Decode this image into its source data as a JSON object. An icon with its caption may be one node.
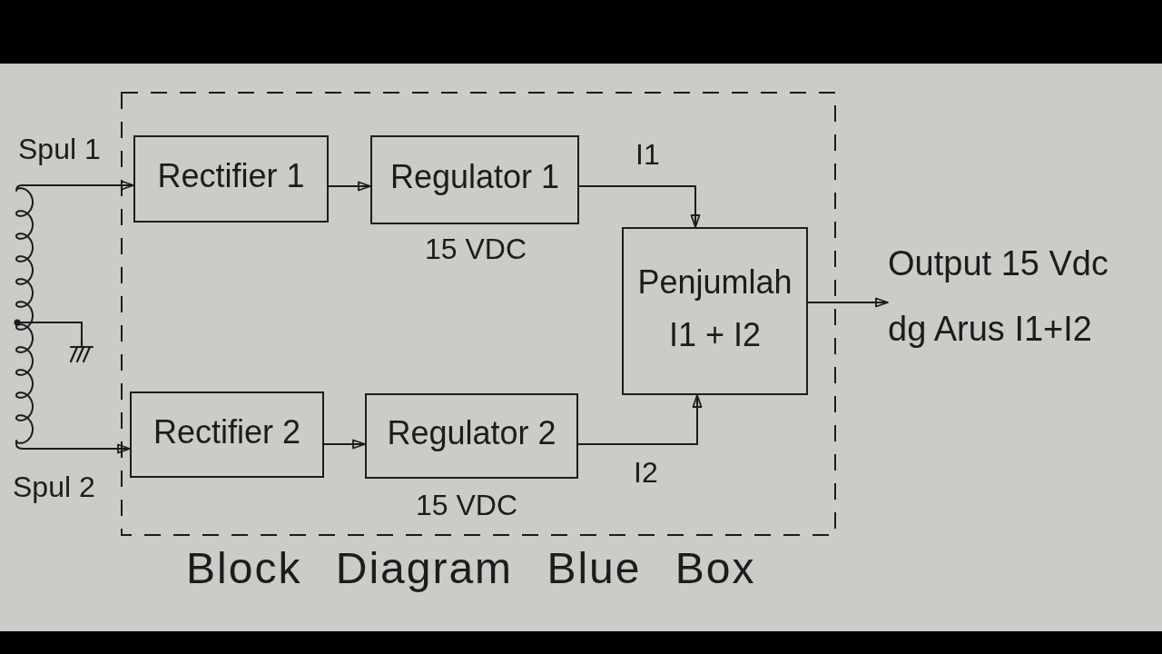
{
  "diagram": {
    "caption": "Block Diagram Blue Box",
    "nodes": [
      {
        "text": [],
        "shape": "box"
      },
      {
        "text": [],
        "shape": "coil",
        "beside": [
          "Spul 1",
          "Spul 2"
        ]
      },
      {
        "text": [],
        "shape": "ground"
      },
      {
        "text": [
          "Rectifier 1"
        ],
        "in": 0
      },
      {
        "text": [
          "Regulator 1"
        ],
        "in": 0,
        "beside": [
          "15 VDC"
        ]
      },
      {
        "text": [
          "Penjumlah",
          "I1 + I2"
        ],
        "in": 0
      },
      {
        "text": [
          "Rectifier 2"
        ],
        "in": 0
      },
      {
        "text": [
          "Regulator 2"
        ],
        "in": 0,
        "beside": [
          "15 VDC"
        ]
      },
      {
        "text": [
          "Output 15 Vdc dg Arus I1+I2"
        ]
      }
    ],
    "edges": [
      {
        "from": 1,
        "to": 3,
        "arrow": "to"
      },
      {
        "from": 1,
        "to": 6,
        "arrow": "to"
      },
      {
        "from": 1,
        "to": 2,
        "arrow": "none"
      },
      {
        "from": 3,
        "to": 4,
        "arrow": "to"
      },
      {
        "from": 6,
        "to": 7,
        "arrow": "to"
      },
      {
        "from": 4,
        "to": 5,
        "arrow": "to",
        "label": "I1"
      },
      {
        "from": 7,
        "to": 5,
        "arrow": "to",
        "label": "I2"
      },
      {
        "from": 5,
        "to": 8,
        "arrow": "to"
      }
    ]
  }
}
